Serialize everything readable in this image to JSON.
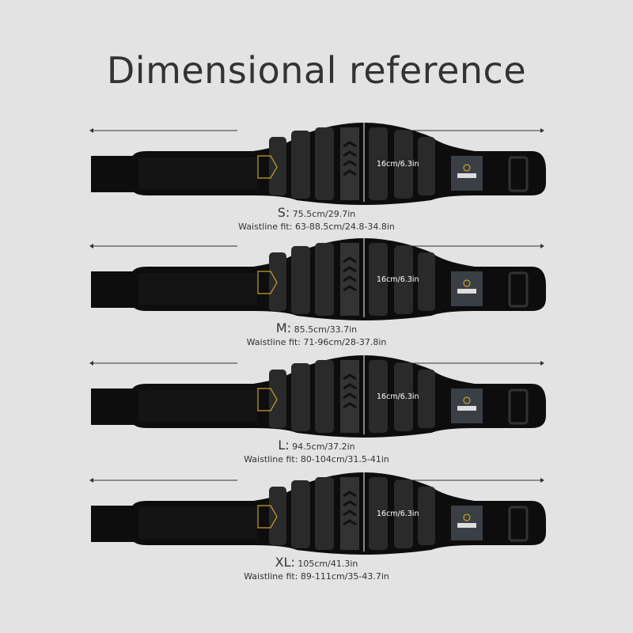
{
  "title": "Dimensional reference",
  "belt_height": "16cm/6.3in",
  "belts": [
    {
      "size": "S:",
      "length": "75.5cm/29.7in",
      "fit": "Waistline fit:  63-88.5cm/24.8-34.8in"
    },
    {
      "size": "M:",
      "length": "85.5cm/33.7in",
      "fit": "Waistline fit:  71-96cm/28-37.8in"
    },
    {
      "size": "L:",
      "length": "94.5cm/37.2in",
      "fit": "Waistline fit:  80-104cm/31.5-41in"
    },
    {
      "size": "XL:",
      "length": "105cm/41.3in",
      "fit": "Waistline fit:  89-111cm/35-43.7in"
    }
  ],
  "colors": {
    "background": "#e3e3e3",
    "belt": "#0d0d0d",
    "panel": "#2a2a2a",
    "logo": "#c9a227"
  }
}
